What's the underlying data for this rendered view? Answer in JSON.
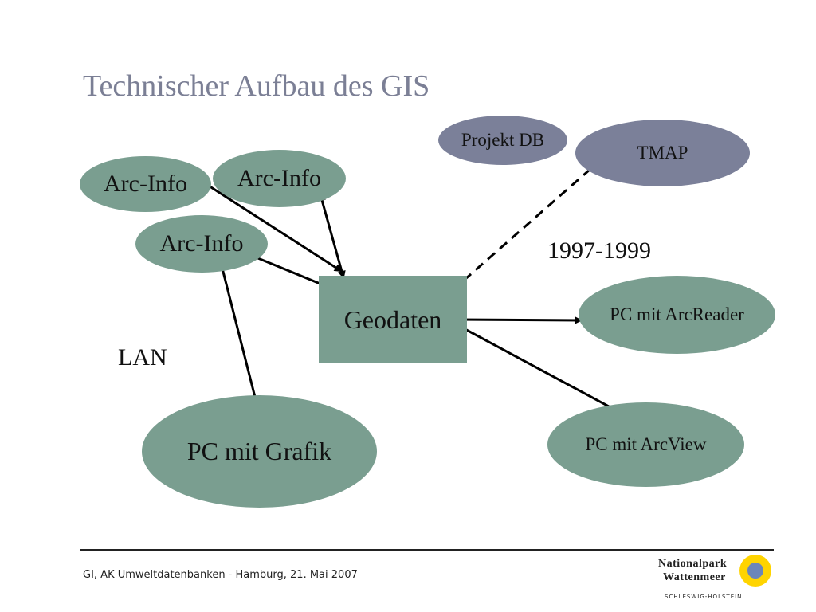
{
  "title": "Technischer Aufbau des GIS",
  "nodes": {
    "arc_info_1": "Arc-Info",
    "arc_info_2": "Arc-Info",
    "arc_info_3": "Arc-Info",
    "projekt_db": "Projekt DB",
    "tmap": "TMAP",
    "geodaten": "Geodaten",
    "pc_arcreader": "PC mit ArcReader",
    "pc_arcview": "PC mit ArcView",
    "pc_grafik": "PC mit Grafik"
  },
  "labels": {
    "years": "1997-1999",
    "lan": "LAN"
  },
  "colors": {
    "green_node": "#7a9e90",
    "slate_node": "#7b8099",
    "title": "#7b7f95"
  },
  "footer": {
    "text": "GI, AK Umweltdatenbanken - Hamburg, 21. Mai 2007"
  },
  "logo": {
    "line1": "Nationalpark",
    "line2": "Wattenmeer",
    "line3": "SCHLESWIG-HOLSTEIN"
  }
}
